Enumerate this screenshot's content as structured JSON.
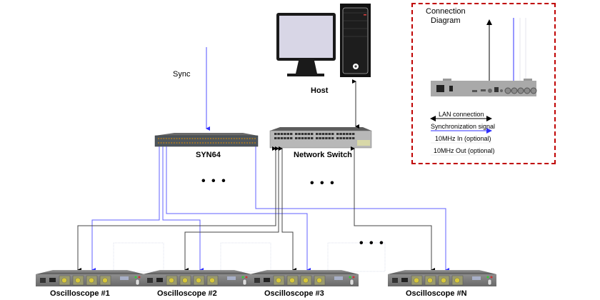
{
  "diagram": {
    "labels": {
      "sync": "Sync",
      "syn64": "SYN64",
      "host": "Host",
      "network_switch": "Network Switch",
      "ellipsis": "• • •"
    },
    "oscilloscopes": [
      {
        "label": "Oscilloscope #1"
      },
      {
        "label": "Oscilloscope #2"
      },
      {
        "label": "Oscilloscope #3"
      },
      {
        "label": "Oscilloscope #N"
      }
    ],
    "legend": {
      "title_line1": "Connection",
      "title_line2": "Diagram",
      "items": [
        {
          "label": "LAN connection",
          "style": "black-double-arrow"
        },
        {
          "label": "Synchronization signal",
          "style": "blue-arrow"
        },
        {
          "label": "10MHz In (optional)",
          "style": "faint-line"
        },
        {
          "label": "10MHz Out (optional)",
          "style": "faint-line"
        }
      ]
    },
    "colors": {
      "lan": "#404040",
      "sync": "#4040ff",
      "legend_border": "#c00000"
    }
  }
}
